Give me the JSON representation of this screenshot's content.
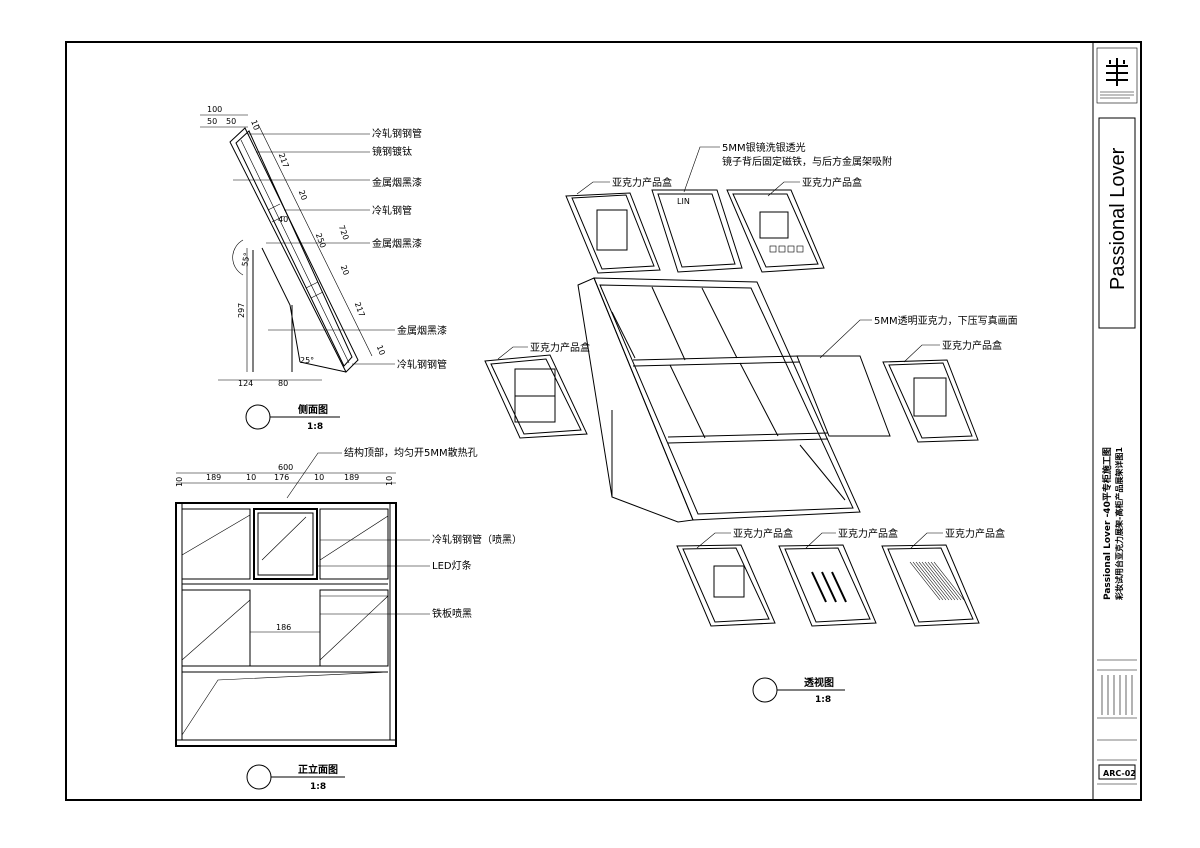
{
  "side_view": {
    "title": "侧面图",
    "scale": "1:8",
    "labels": [
      "冷轧钢钢管",
      "镜钢镀钛",
      "金属烟黑漆",
      "冷轧钢管",
      "金属烟黑漆",
      "金属烟黑漆",
      "冷轧钢钢管"
    ],
    "dims": {
      "d100": "100",
      "d50a": "50",
      "d50b": "50",
      "d10a": "10",
      "d217a": "217",
      "d20a": "20",
      "d40": "40",
      "d720": "720",
      "d250": "250",
      "d20b": "20",
      "d217b": "217",
      "d10b": "10",
      "d297": "297",
      "d124": "124",
      "d80": "80",
      "a55": "55°",
      "a25": "25°"
    }
  },
  "front_view": {
    "title": "正立面图",
    "scale": "1:8",
    "labels": [
      "结构顶部，均匀开5MM散热孔",
      "冷轧钢钢管（喷黑）",
      "LED灯条",
      "铁板喷黑"
    ],
    "dims": {
      "d600": "600",
      "d10_1": "10",
      "d189_1": "189",
      "d10_2": "10",
      "d176": "176",
      "d10_3": "10",
      "d189_2": "189",
      "d10_4": "10",
      "d186": "186"
    }
  },
  "perspective": {
    "title": "透视图",
    "scale": "1:8",
    "labels": {
      "mirror": "5MM银镜洗银透光",
      "mirror_2": "镜子背后固定磁铁，与后方金属架吸附",
      "acrylic_box_1": "亚克力产品盒",
      "acrylic_box_2": "亚克力产品盒",
      "acrylic_box_3": "亚克力产品盒",
      "acrylic_box_4": "亚克力产品盒",
      "acrylic_box_5": "亚克力产品盒",
      "acrylic_box_6": "亚克力产品盒",
      "acrylic_box_7": "亚克力产品盒",
      "clear_acrylic": "5MM透明亚克力，下压写真画面",
      "mirror_tag": "LIN"
    }
  },
  "title_block": {
    "brand": "Passional Lover",
    "project_line_1": "Passional Lover -40平专柜施工图",
    "project_line_2": "彩妆试用台亚克力展架-高柜产品展架详图1",
    "drawing_no": "ARC-02"
  }
}
